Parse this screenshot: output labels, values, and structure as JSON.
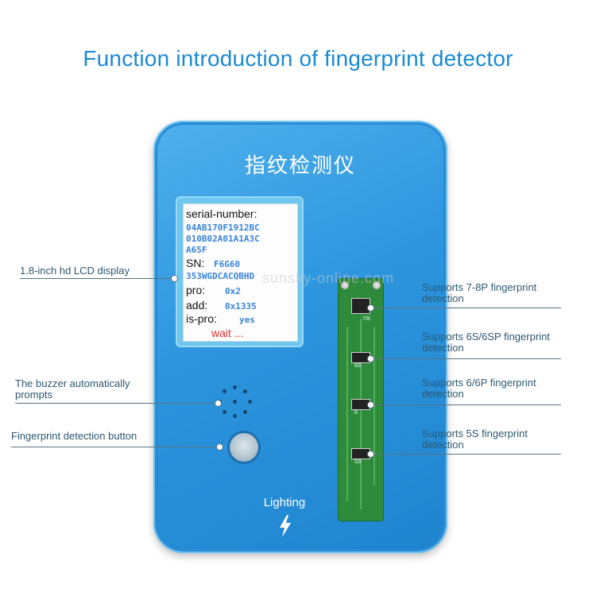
{
  "title": "Function introduction of fingerprint detector",
  "device": {
    "title": "指纹检测仪",
    "lighting_label": "Lighting"
  },
  "lcd": {
    "serial_label": "serial-number:",
    "serial_lines": [
      "04AB170F1912BC",
      "010B02A01A1A3C",
      "A65F"
    ],
    "sn_label": "SN:",
    "sn_value_1": "F6G60",
    "sn_value_2": "353WGDCACQBHD",
    "pro_label": "pro:",
    "pro_value": "0x2",
    "add_label": "add:",
    "add_value": "0x1335",
    "ispro_label": "is-pro:",
    "ispro_value": "yes",
    "wait_text": "wait ..."
  },
  "pcb_labels": [
    "7/8",
    "6S",
    "6",
    "5S"
  ],
  "watermark": "sunsky-online.com",
  "labels": {
    "lcd_display": "1.8-inch hd LCD display",
    "buzzer": [
      "The buzzer automatically",
      "prompts"
    ],
    "button": "Fingerprint detection button",
    "sup_78p": [
      "Supports 7-8P fingerprint",
      "detection"
    ],
    "sup_6s": [
      "Supports 6S/6SP fingerprint",
      "detection"
    ],
    "sup_6": [
      "Supports 6/6P fingerprint",
      "detection"
    ],
    "sup_5s": [
      "Supports 5S fingerprint",
      "detection"
    ]
  },
  "colors": {
    "title": "#1b8ad3",
    "device": "#2c95de",
    "pcb": "#2e8b3c",
    "lcd_value": "#3a84d8",
    "wait": "#d83030"
  },
  "icons": [
    "speaker-grille-icon",
    "fingerprint-button-icon",
    "lightning-bolt-icon"
  ]
}
